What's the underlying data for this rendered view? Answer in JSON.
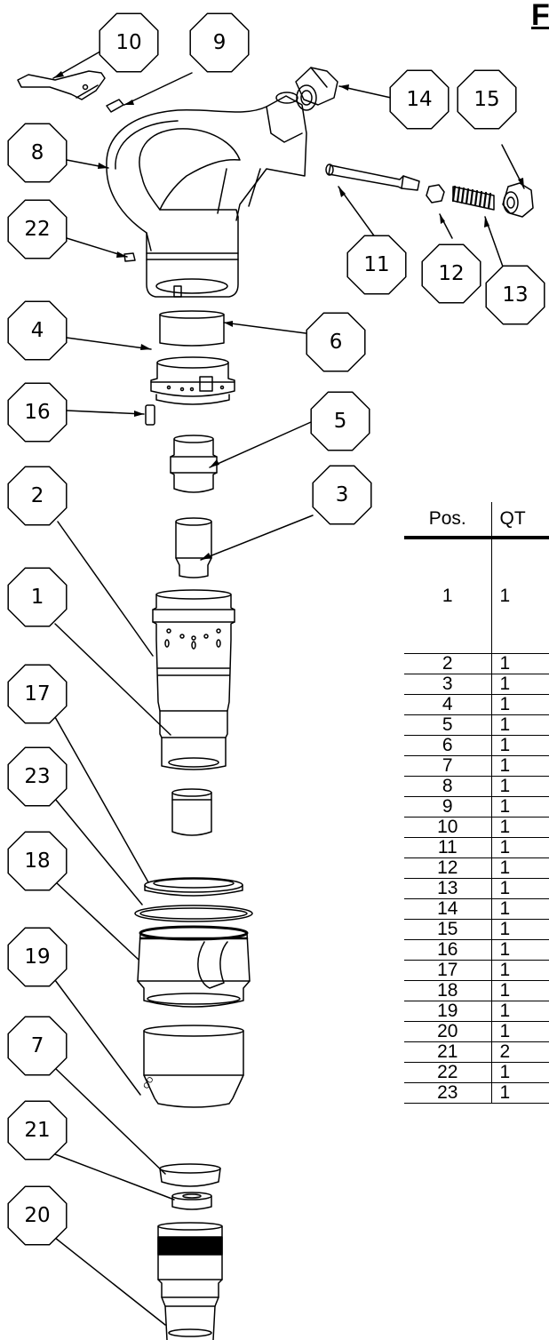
{
  "title_fragment": "F",
  "balloons": [
    "10",
    "9",
    "8",
    "22",
    "14",
    "15",
    "11",
    "12",
    "13",
    "4",
    "6",
    "16",
    "5",
    "2",
    "3",
    "1",
    "17",
    "23",
    "18",
    "19",
    "7",
    "21",
    "20"
  ],
  "table": {
    "headers": [
      "Pos.",
      "QT"
    ],
    "rows": [
      [
        "1",
        "1"
      ],
      [
        "2",
        "1"
      ],
      [
        "3",
        "1"
      ],
      [
        "4",
        "1"
      ],
      [
        "5",
        "1"
      ],
      [
        "6",
        "1"
      ],
      [
        "7",
        "1"
      ],
      [
        "8",
        "1"
      ],
      [
        "9",
        "1"
      ],
      [
        "10",
        "1"
      ],
      [
        "11",
        "1"
      ],
      [
        "12",
        "1"
      ],
      [
        "13",
        "1"
      ],
      [
        "14",
        "1"
      ],
      [
        "15",
        "1"
      ],
      [
        "16",
        "1"
      ],
      [
        "17",
        "1"
      ],
      [
        "18",
        "1"
      ],
      [
        "19",
        "1"
      ],
      [
        "20",
        "1"
      ],
      [
        "21",
        "2"
      ],
      [
        "22",
        "1"
      ],
      [
        "23",
        "1"
      ]
    ]
  }
}
